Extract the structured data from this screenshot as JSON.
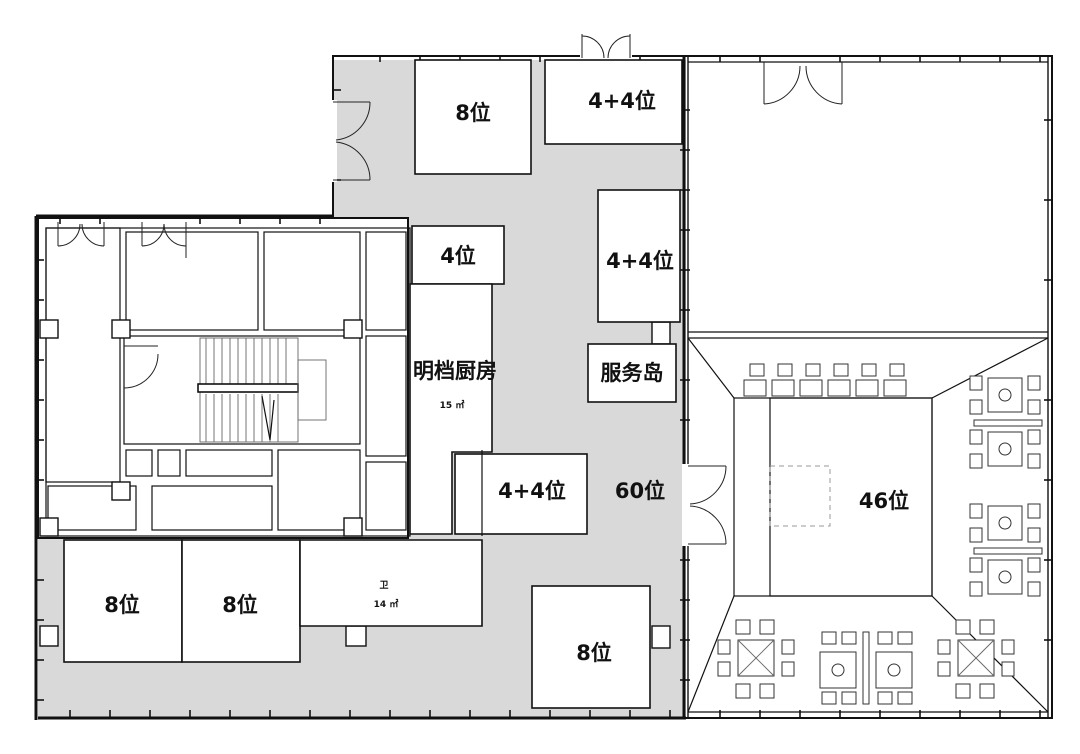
{
  "plan": {
    "rooms": {
      "private_8_top": "8位",
      "booth_44_top": "4+4位",
      "table_4": "4位",
      "booth_44_right": "4+4位",
      "kitchen": "明档厨房",
      "kitchen_area": "15 ㎡",
      "service_island": "服务岛",
      "booth_44_center": "4+4位",
      "hall_60": "60位",
      "hall_46": "46位",
      "private_8_left": "8位",
      "private_8_mid": "8位",
      "restroom": "卫",
      "restroom_area": "14 ㎡",
      "private_8_bottom": "8位"
    },
    "colors": {
      "floor_fill": "#d9d9d9",
      "wall": "#111111",
      "background": "#ffffff"
    }
  }
}
